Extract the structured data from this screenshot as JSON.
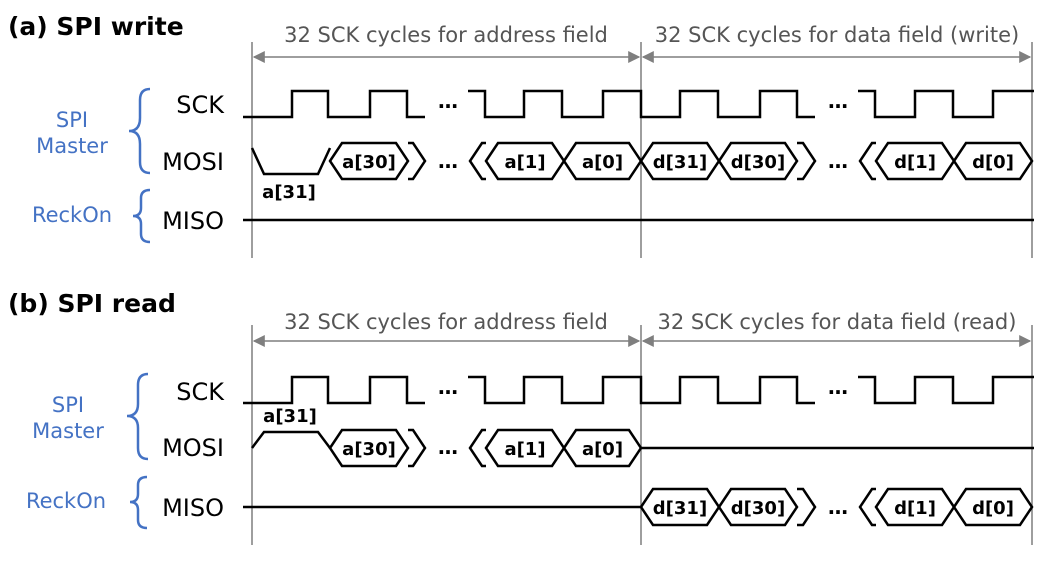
{
  "panel_a": {
    "title": "(a) SPI write",
    "span_address": "32 SCK cycles for address field",
    "span_data": "32 SCK cycles for data field (write)",
    "signals": {
      "sck": "SCK",
      "mosi": "MOSI",
      "miso": "MISO"
    },
    "groups": {
      "master": [
        "SPI",
        "Master"
      ],
      "reckon": "ReckOn"
    },
    "first_bit": "a[31]",
    "mosi_labels": [
      "a[30]",
      "a[1]",
      "a[0]",
      "d[31]",
      "d[30]",
      "d[1]",
      "d[0]"
    ],
    "ellipsis": "…"
  },
  "panel_b": {
    "title": "(b) SPI read",
    "span_address": "32 SCK cycles for address field",
    "span_data": "32 SCK cycles for data field (read)",
    "signals": {
      "sck": "SCK",
      "mosi": "MOSI",
      "miso": "MISO"
    },
    "groups": {
      "master": [
        "SPI",
        "Master"
      ],
      "reckon": "ReckOn"
    },
    "first_bit": "a[31]",
    "mosi_labels": [
      "a[30]",
      "a[1]",
      "a[0]"
    ],
    "miso_labels": [
      "d[31]",
      "d[30]",
      "d[1]",
      "d[0]"
    ],
    "ellipsis": "…"
  },
  "colors": {
    "line": "#000000",
    "arrow": "#7f7f7f",
    "group": "#4472C4"
  }
}
